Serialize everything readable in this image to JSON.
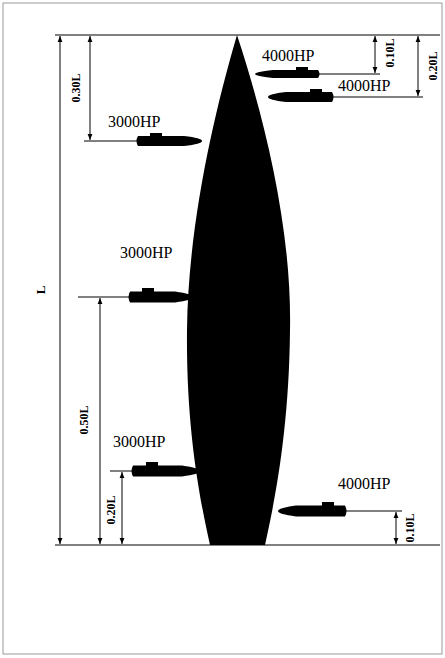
{
  "diagram": {
    "labels": [
      "4000HP",
      "0.10L",
      "0.20L",
      "0.30L",
      "3000HP",
      "4000HP",
      "L",
      "3000HP",
      "0.50L",
      "3000HP",
      "4000HP",
      "0.20L",
      "0.10L"
    ]
  }
}
